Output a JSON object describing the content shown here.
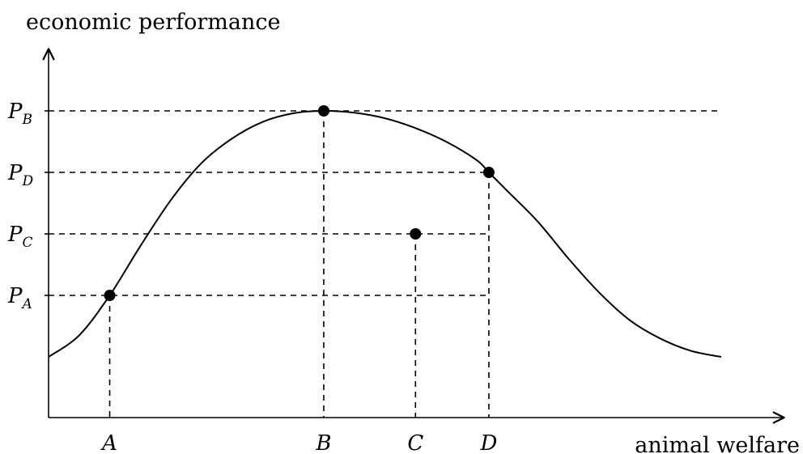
{
  "chart_data": {
    "type": "line",
    "xlabel": "animal welfare",
    "ylabel": "economic performance",
    "x_ticks": [
      {
        "label": "A",
        "x": 1
      },
      {
        "label": "B",
        "x": 4.5
      },
      {
        "label": "C",
        "x": 6
      },
      {
        "label": "D",
        "x": 7.2
      }
    ],
    "y_ticks": [
      {
        "label": "P",
        "sub": "B",
        "y": 5
      },
      {
        "label": "P",
        "sub": "D",
        "y": 4
      },
      {
        "label": "P",
        "sub": "C",
        "y": 3
      },
      {
        "label": "P",
        "sub": "A",
        "y": 2
      }
    ],
    "points": [
      {
        "name": "A",
        "x": 1,
        "y": 2
      },
      {
        "name": "B",
        "x": 4.5,
        "y": 5
      },
      {
        "name": "C",
        "x": 6,
        "y": 3
      },
      {
        "name": "D",
        "x": 7.2,
        "y": 4
      }
    ],
    "curve": {
      "x": [
        0,
        0.5,
        1,
        1.5,
        2,
        2.5,
        3,
        3.5,
        4,
        4.5,
        5,
        5.5,
        6,
        6.5,
        7,
        7.2,
        7.5,
        8,
        8.5,
        9,
        9.5,
        10,
        10.5,
        11
      ],
      "y": [
        1,
        1.35,
        2,
        2.8,
        3.55,
        4.15,
        4.55,
        4.82,
        4.96,
        5,
        4.97,
        4.88,
        4.72,
        4.5,
        4.2,
        4,
        3.7,
        3.2,
        2.6,
        2.05,
        1.6,
        1.3,
        1.1,
        1
      ]
    },
    "xlim": [
      0,
      11
    ],
    "ylim": [
      0,
      5
    ]
  }
}
